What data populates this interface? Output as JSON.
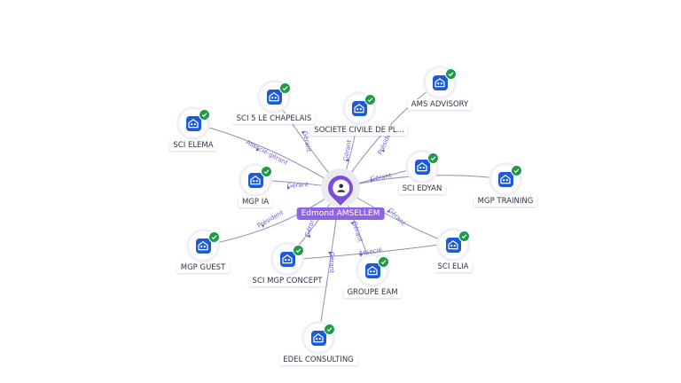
{
  "person": {
    "name": "Edmond AMSELLEM",
    "icon": "person-icon"
  },
  "companies": [
    {
      "id": "sci-elema",
      "name": "SCI ELEMA",
      "relation": "Associé-gérant"
    },
    {
      "id": "sci-5-le-chapelais",
      "name": "SCI 5 LE CHAPELAIS",
      "relation": "Gérant"
    },
    {
      "id": "societe-civile",
      "name": "SOCIETE CIVILE DE PL...",
      "relation": "Gérant"
    },
    {
      "id": "ams-advisory",
      "name": "AMS ADVISORY",
      "relation": "Président"
    },
    {
      "id": "mgp-ia",
      "name": "MGP IA",
      "relation": "Gérant"
    },
    {
      "id": "sci-edyan",
      "name": "SCI EDYAN",
      "relation": "Gérant"
    },
    {
      "id": "mgp-training",
      "name": "MGP TRAINING",
      "relation": ""
    },
    {
      "id": "mgp-guest",
      "name": "MGP GUEST",
      "relation": "Président"
    },
    {
      "id": "sci-elia",
      "name": "SCI ELIA",
      "relation": "Gérant"
    },
    {
      "id": "sci-mgp-concept",
      "name": "SCI MGP CONCEPT",
      "relation": "Gérant"
    },
    {
      "id": "groupe-eam",
      "name": "GROUPE EAM",
      "relation": "Gérant"
    },
    {
      "id": "edel-consulting",
      "name": "EDEL CONSULTING",
      "relation": "Gérant"
    }
  ],
  "extra_edges": [
    {
      "from": "sci-mgp-concept",
      "to": "sci-elia",
      "relation": "Associé"
    }
  ],
  "icons": {
    "company": "company-icon",
    "verified": "check-icon"
  },
  "colors": {
    "accent": "#8f63e8",
    "company": "#1d5ad8",
    "verified": "#1f9a46",
    "edge_label": "#6e57d9"
  }
}
